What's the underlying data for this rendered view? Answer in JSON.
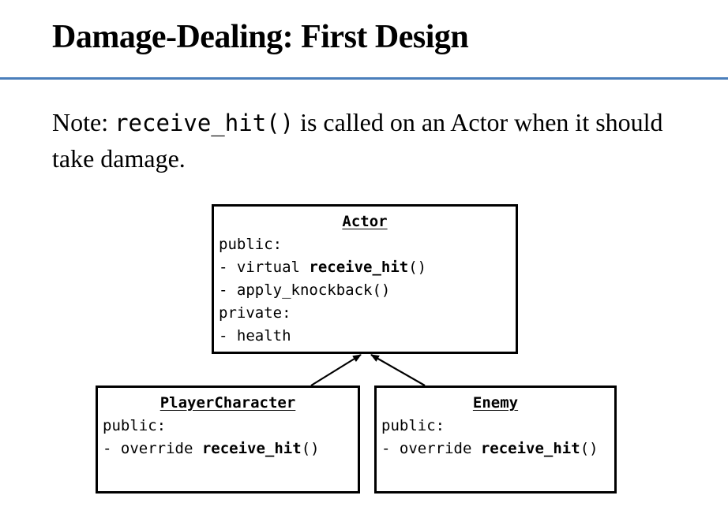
{
  "slide": {
    "title": "Damage-Dealing: First Design",
    "rule_color": "#4a7ebb",
    "background_color": "#ffffff",
    "text_color": "#000000"
  },
  "note": {
    "prefix": "Note: ",
    "code": "receive_hit()",
    "suffix": " is called on an Actor when it should take damage."
  },
  "diagram": {
    "type": "uml-class-diagram",
    "classes": [
      {
        "id": "actor",
        "name": "Actor",
        "lines": [
          {
            "text": "public:",
            "bold_part": "",
            "tail": ""
          },
          {
            "text": "- virtual ",
            "bold_part": "receive_hit",
            "tail": "()"
          },
          {
            "text": "- apply_knockback()",
            "bold_part": "",
            "tail": ""
          },
          {
            "text": "private:",
            "bold_part": "",
            "tail": ""
          },
          {
            "text": "- health",
            "bold_part": "",
            "tail": ""
          }
        ]
      },
      {
        "id": "player",
        "name": "PlayerCharacter",
        "lines": [
          {
            "text": "public:",
            "bold_part": "",
            "tail": ""
          },
          {
            "text": "- override ",
            "bold_part": "receive_hit",
            "tail": "()"
          }
        ]
      },
      {
        "id": "enemy",
        "name": "Enemy",
        "lines": [
          {
            "text": "public:",
            "bold_part": "",
            "tail": ""
          },
          {
            "text": "- override ",
            "bold_part": "receive_hit",
            "tail": "()"
          }
        ]
      }
    ],
    "relationships": [
      {
        "from": "player",
        "to": "actor",
        "kind": "inheritance-arrow"
      },
      {
        "from": "enemy",
        "to": "actor",
        "kind": "inheritance-arrow"
      }
    ],
    "line_color": "#000000"
  }
}
